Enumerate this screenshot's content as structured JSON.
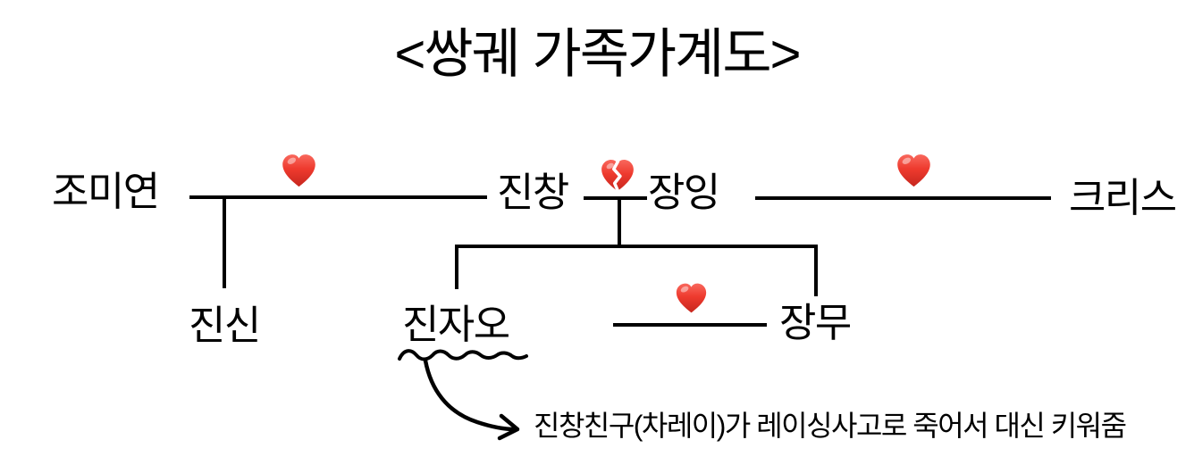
{
  "title": "<쌍궤 가족가계도>",
  "people": {
    "jo_miyeon": "조미연",
    "jin_chang": "진창",
    "jang_ing": "장잉",
    "chris": "크리스",
    "jin_sin": "진신",
    "jin_jao": "진자오",
    "jang_mu": "장무"
  },
  "relationships": [
    {
      "between": [
        "조미연",
        "진창"
      ],
      "symbol": "red-heart"
    },
    {
      "between": [
        "진창",
        "장잉"
      ],
      "symbol": "broken-heart"
    },
    {
      "between": [
        "장잉",
        "크리스"
      ],
      "symbol": "red-heart"
    },
    {
      "between": [
        "진자오",
        "장무"
      ],
      "symbol": "red-heart"
    }
  ],
  "children": [
    {
      "parents": [
        "조미연",
        "진창"
      ],
      "children": [
        "진신"
      ]
    },
    {
      "parents": [
        "진창",
        "장잉"
      ],
      "children": [
        "진자오",
        "장무"
      ]
    }
  ],
  "annotation": {
    "target": "진자오",
    "text": "진창친구(차레이)가 레이싱사고로 죽어서 대신 키워줌"
  },
  "icons": {
    "red_heart_emoji": "❤️",
    "broken_heart_emoji": "💔"
  },
  "colors": {
    "background": "#ffffff",
    "line": "#000000",
    "text": "#000000",
    "heart_red": "#ee3a2e",
    "heart_red_dark": "#c6271e",
    "heart_red_light": "#f9685d"
  }
}
